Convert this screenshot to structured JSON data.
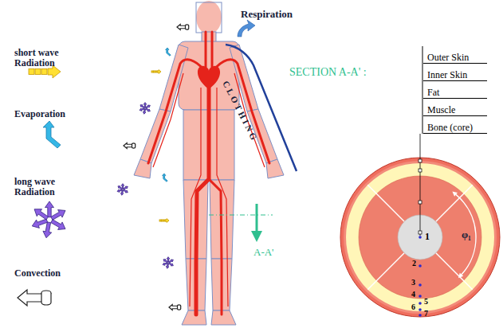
{
  "diagram": {
    "nodes": [
      {
        "text": [
          "Outer Skin"
        ]
      },
      {
        "text": [
          "Inner Skin"
        ]
      },
      {
        "text": [
          "Fat"
        ]
      },
      {
        "text": [
          "Muscle"
        ]
      },
      {
        "text": [
          "Bone (core)"
        ]
      }
    ],
    "labels": [
      "Respiration",
      "CLOTHING",
      "SECTION A-A' :",
      "A-A'",
      "1",
      "2",
      "3",
      "4",
      "5",
      "6",
      "7",
      "φ₁"
    ],
    "legend": [
      {
        "text": "short wave Radiation"
      },
      {
        "text": "Evaporation"
      },
      {
        "text": "long wave Radiation"
      },
      {
        "text": "Convection"
      }
    ]
  }
}
